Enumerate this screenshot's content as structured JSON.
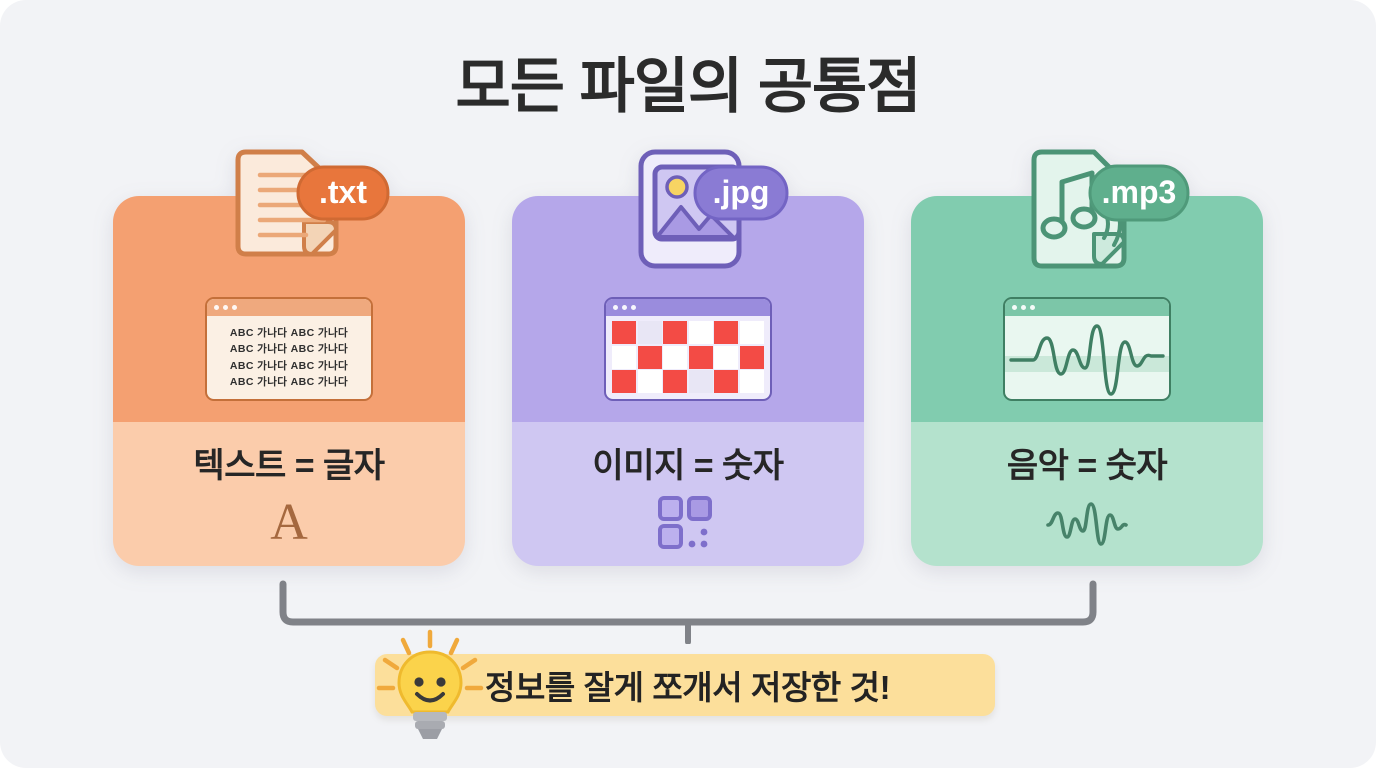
{
  "page": {
    "title": "모든 파일의 공통점",
    "background_color": "#F2F3F6"
  },
  "cards": [
    {
      "id": "text",
      "badge_label": ".txt",
      "file_icon_name": "txt-file-icon",
      "label": "텍스트 = 글자",
      "glyph": "A",
      "glyph_name": "letter-a-glyph",
      "colors": {
        "top": "#F4A071",
        "bottom": "#FBCCAB",
        "badge_fill": "#E8763C",
        "badge_text": "#FFFFFF",
        "accent": "#C4703A",
        "window_border": "#C4703A",
        "window_bar": "#EFA97E",
        "window_fill": "#FBF0E4",
        "glyph_color": "#A5683F"
      },
      "window": {
        "kind": "text-lines",
        "lines": [
          "ABC 가나다  ABC 가나다",
          "ABC 가나다  ABC 가나다",
          "ABC 가나다  ABC 가나다",
          "ABC 가나다  ABC 가나다"
        ]
      }
    },
    {
      "id": "image",
      "badge_label": ".jpg",
      "file_icon_name": "jpg-file-icon",
      "label": "이미지 = 숫자",
      "glyph": "",
      "glyph_name": "pixel-squares-glyph",
      "colors": {
        "top": "#B5A7EA",
        "bottom": "#CFC7F2",
        "badge_fill": "#8A7BD4",
        "badge_text": "#FFFFFF",
        "accent": "#6E5FB8",
        "window_border": "#6E5FB8",
        "window_bar": "#9A8CDD",
        "window_fill": "#EFECFB",
        "glyph_color": "#7E6FCB",
        "pixel_red": "#F34B45",
        "pixel_white": "#FFFFFF",
        "pixel_pale": "#E8E6F5"
      },
      "window": {
        "kind": "pixel-grid",
        "rows": 3,
        "cols": 6,
        "cells": [
          [
            "red",
            "pale",
            "red",
            "white",
            "red",
            "white"
          ],
          [
            "white",
            "red",
            "white",
            "red",
            "white",
            "red"
          ],
          [
            "red",
            "white",
            "red",
            "pale",
            "red",
            "white"
          ]
        ]
      }
    },
    {
      "id": "audio",
      "badge_label": ".mp3",
      "file_icon_name": "mp3-file-icon",
      "label": "음악 = 숫자",
      "glyph": "",
      "glyph_name": "waveform-glyph",
      "colors": {
        "top": "#81CCAF",
        "bottom": "#B4E2CD",
        "badge_fill": "#5FAF8D",
        "badge_text": "#FFFFFF",
        "accent": "#3F7F63",
        "window_border": "#3F7F63",
        "window_bar": "#7CC6A8",
        "window_fill": "#E9F7F0",
        "glyph_color": "#47836A"
      },
      "window": {
        "kind": "waveform"
      }
    }
  ],
  "connector": {
    "name": "bracket-connector",
    "color": "#808288"
  },
  "banner": {
    "text": "정보를 잘게 쪼개서 저장한 것!",
    "background_color": "#FCDF9B",
    "text_color": "#232323",
    "icon_name": "lightbulb-icon",
    "bulb_color": "#FBD34B",
    "ray_color": "#F0A93C"
  }
}
